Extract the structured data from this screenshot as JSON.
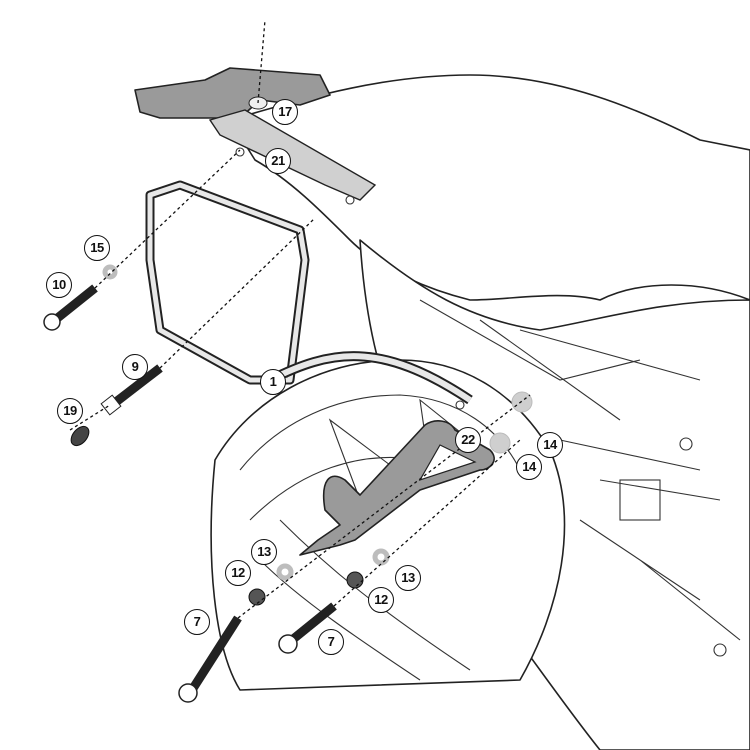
{
  "diagram": {
    "title": "Side case holder exploded parts diagram",
    "callouts": [
      {
        "label": "17"
      },
      {
        "label": "21"
      },
      {
        "label": "15"
      },
      {
        "label": "10"
      },
      {
        "label": "9"
      },
      {
        "label": "19"
      },
      {
        "label": "1"
      },
      {
        "label": "22"
      },
      {
        "label": "14"
      },
      {
        "label": "14"
      },
      {
        "label": "13"
      },
      {
        "label": "12"
      },
      {
        "label": "7"
      },
      {
        "label": "13"
      },
      {
        "label": "12"
      },
      {
        "label": "7"
      }
    ]
  }
}
